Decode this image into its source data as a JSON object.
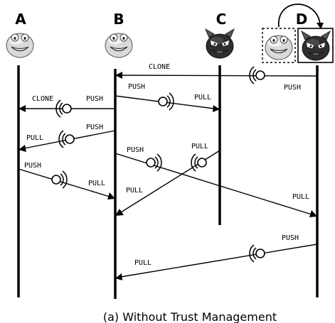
{
  "nodes": [
    {
      "id": "A",
      "label": "A",
      "avatar": "friendly-face-icon"
    },
    {
      "id": "B",
      "label": "B",
      "avatar": "friendly-face-icon"
    },
    {
      "id": "C",
      "label": "C",
      "avatar": "devil-face-icon"
    },
    {
      "id": "D",
      "label": "D",
      "avatar": "friendly-face-icon",
      "clone_avatar": "devil-face-icon"
    }
  ],
  "messages": [
    {
      "from": "D",
      "to": "B",
      "label_left": "CLONE",
      "label_right": "PUSH"
    },
    {
      "from": "B",
      "to": "A",
      "label_left": "CLONE",
      "label_right": "PUSH"
    },
    {
      "from": "B",
      "to": "C",
      "label_left": "PUSH",
      "label_right": "PULL"
    },
    {
      "from": "B",
      "to": "A",
      "label_left": "PULL",
      "label_right": "PUSH"
    },
    {
      "from": "C",
      "to": "B",
      "label_left": "PULL",
      "label_right": ""
    },
    {
      "from": "B",
      "to": "D",
      "label_left": "PUSH",
      "label_right": "PULL"
    },
    {
      "from": "A",
      "to": "B",
      "label_left": "PUSH",
      "label_right": "PULL"
    },
    {
      "from": "D",
      "to": "B",
      "label_left": "PULL",
      "label_right": "PUSH"
    }
  ],
  "caption": "(a) Without Trust Management"
}
